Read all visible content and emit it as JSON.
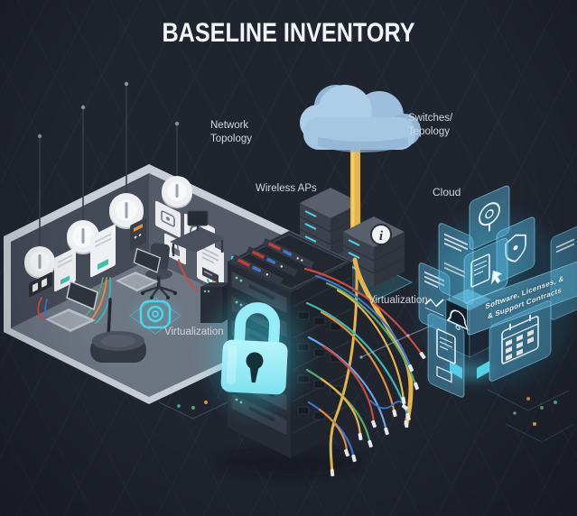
{
  "title": "BASELINE INVENTORY",
  "labels": {
    "network_topology": "Network\nTopology",
    "switches_topology": "Switches/\nTepology",
    "wireless_aps": "Wireless APs",
    "cloud": "Cloud",
    "virtualization_room": "Virtualization",
    "virtualization_cluster": "Virtualization"
  },
  "banner": {
    "software_contracts": "Software, Licenses, &\n& Support Contracts"
  },
  "badges": {
    "info": "i"
  },
  "icons": [
    "cloud-icon",
    "padlock-icon",
    "virtualization-icon",
    "info-badge-icon",
    "magnifier-icon",
    "shield-icon",
    "bell-icon",
    "calendar-icon",
    "document-icon",
    "document-cursor-icon",
    "clock-icon",
    "lock-panel-icon",
    "wireless-ap-icon",
    "router-icon",
    "laptop-icon",
    "office-chair-icon",
    "server-rack-icon",
    "switch-stack-icon"
  ],
  "colors": {
    "background": "#20242f",
    "accent_cyan": "#4fd6e8",
    "lock_cyan": "#9ff0f9",
    "cloud_blue": "#aecde6",
    "cable_yellow": "#e3b54a",
    "cable_red": "#cc4b3c",
    "cable_orange": "#df8f3f",
    "cable_green": "#55a86b",
    "cable_teal": "#3fb8ac",
    "cable_blue": "#3f76c9",
    "room_floor": "#6a707d",
    "room_wall_left": "#454a57",
    "room_wall_right": "#555b68",
    "panel_cyan": "rgba(86,182,222,0.42)",
    "rack_dark": "#262b35",
    "label_text": "#d2d6dc"
  }
}
